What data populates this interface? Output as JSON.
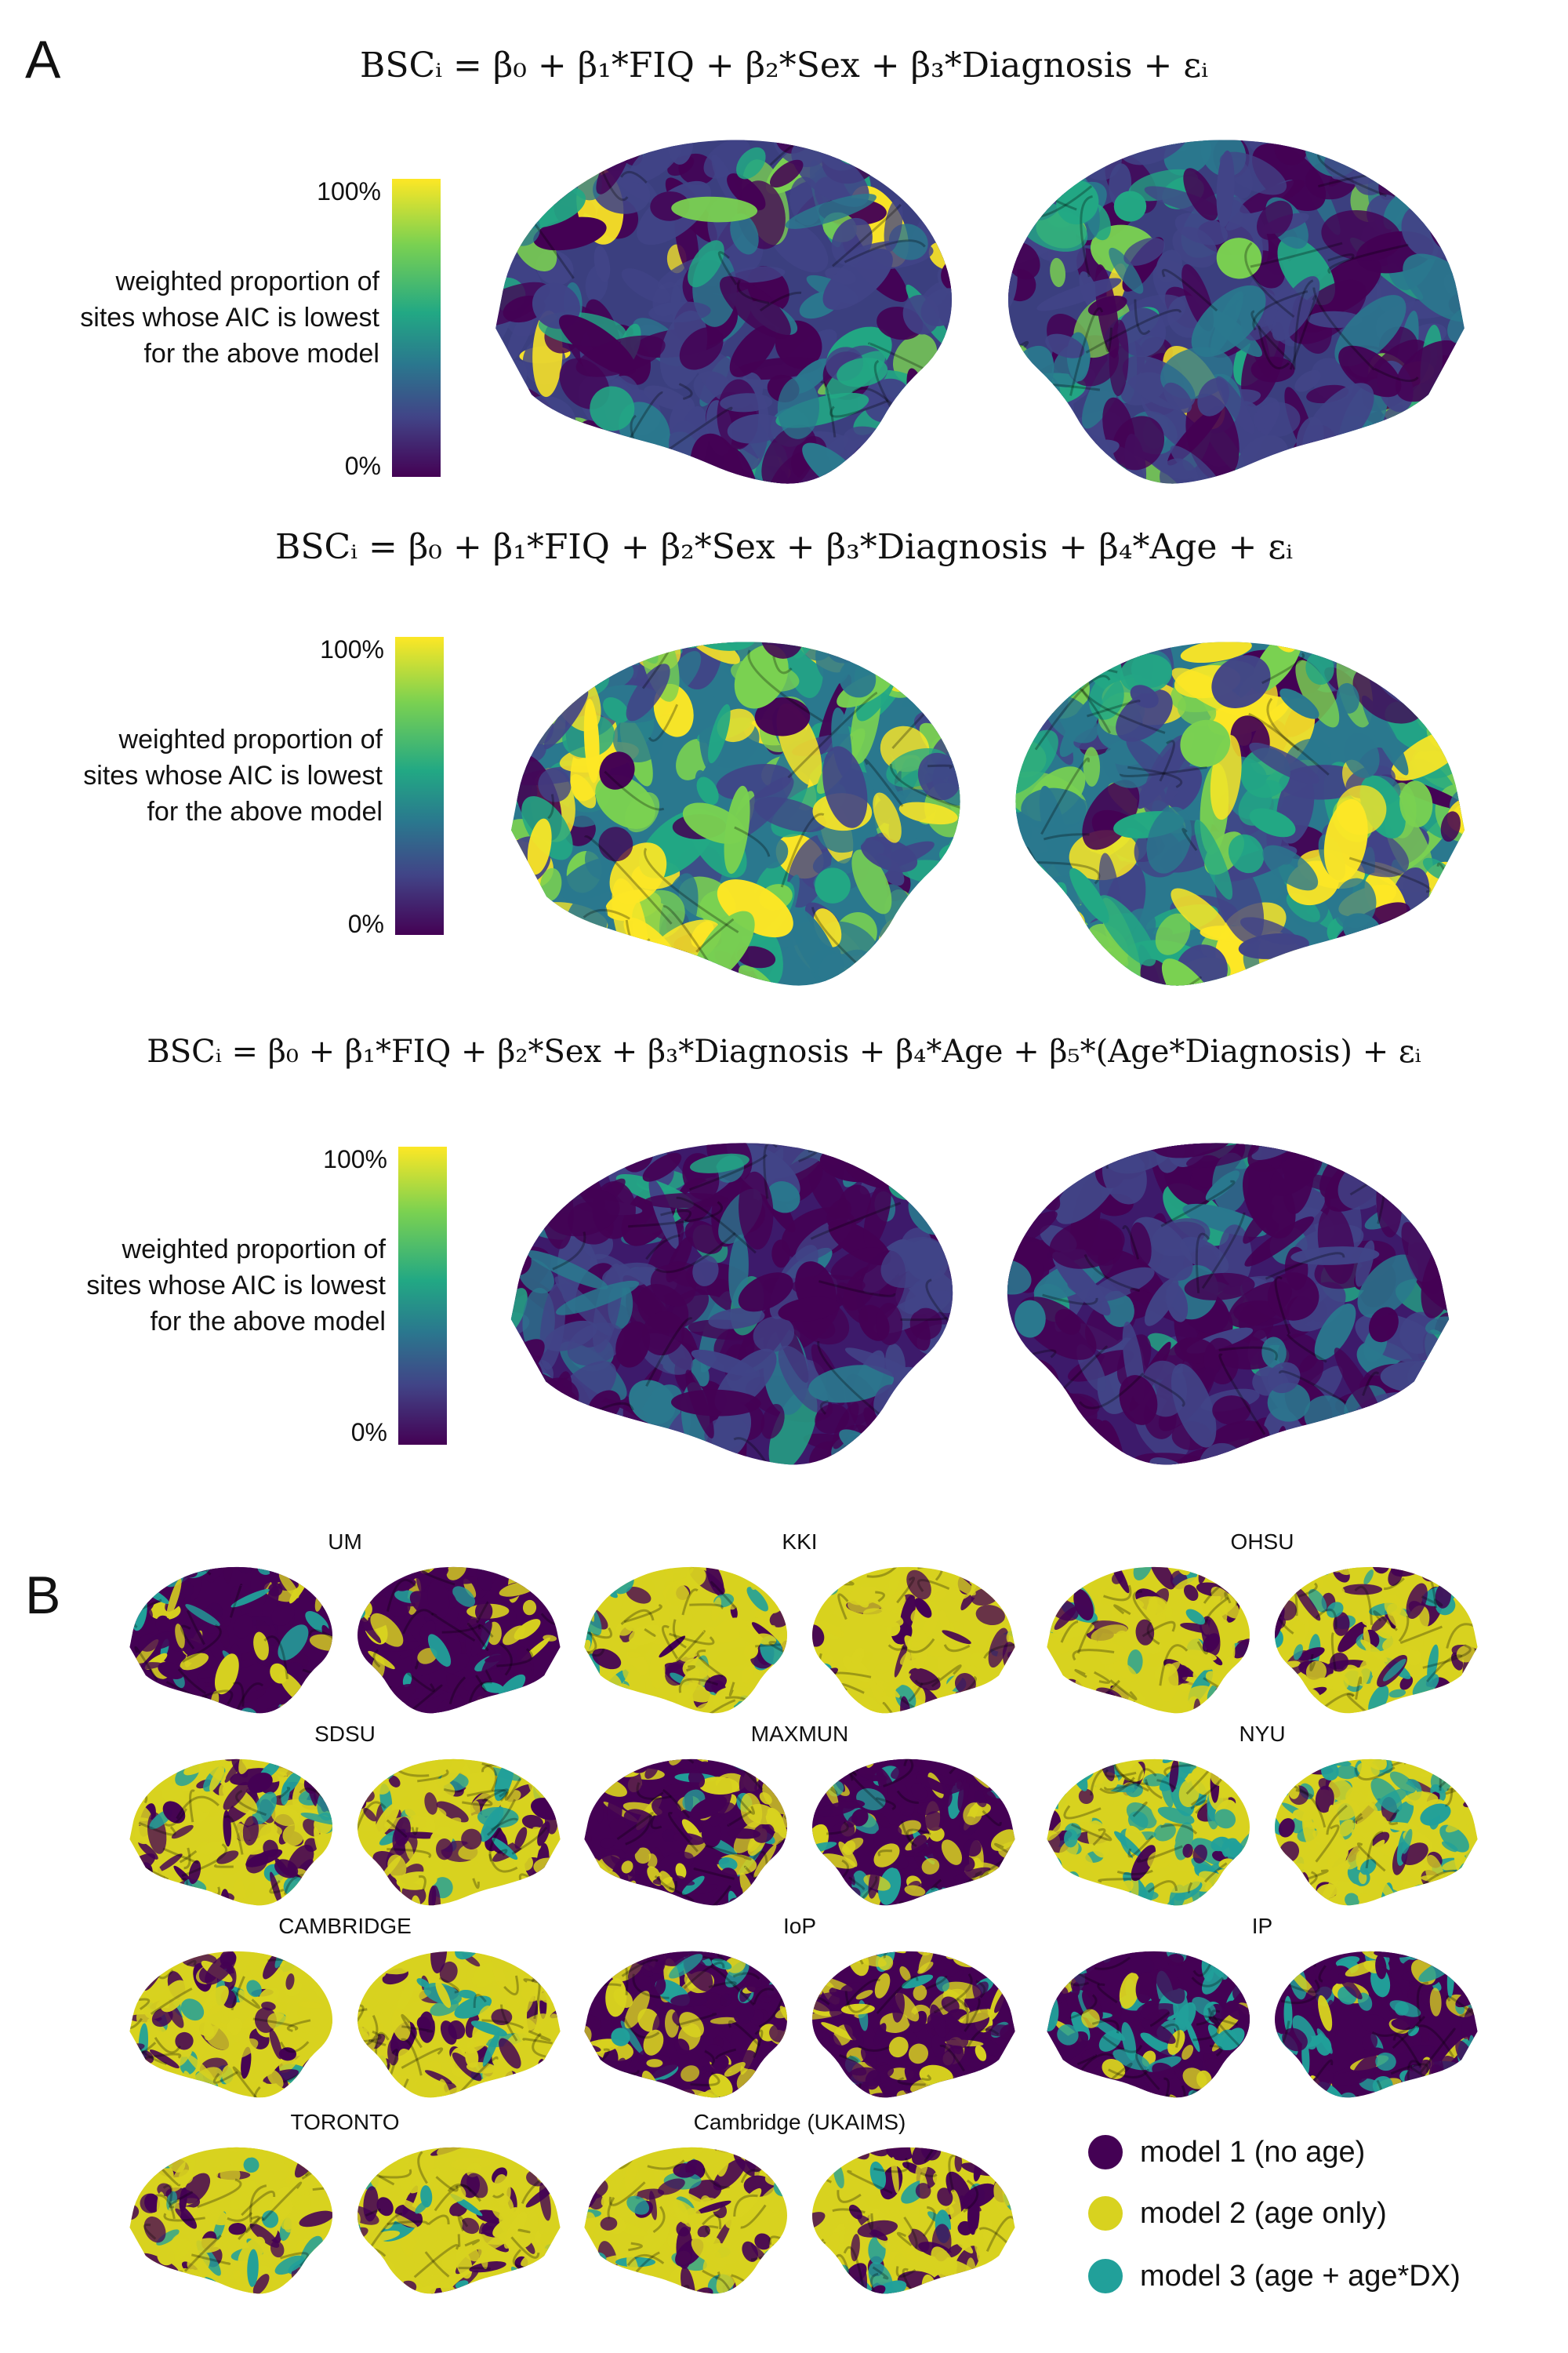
{
  "panels": {
    "a": "A",
    "b": "B"
  },
  "colorbar": {
    "top": "100%",
    "bottom": "0%",
    "caption": [
      "weighted proportion of",
      "sites whose AIC is lowest",
      "for the above model"
    ]
  },
  "equations": [
    [
      "BSCᵢ = β₀",
      "+ β₁*FIQ",
      "+ β₂*Sex",
      "+ β₃*Diagnosis",
      "+ εᵢ"
    ],
    [
      "BSCᵢ = β₀",
      "+ β₁*FIQ",
      "+ β₂*Sex",
      "+ β₃*Diagnosis",
      "+ β₄*Age",
      "+ εᵢ"
    ],
    [
      "BSCᵢ = β₀",
      "+ β₁*FIQ",
      "+ β₂*Sex",
      "+ β₃*Diagnosis",
      "+ β₄*Age",
      "+ β₅*(Age*Diagnosis)",
      "+ εᵢ"
    ]
  ],
  "sites": [
    "UM",
    "KKI",
    "OHSU",
    "SDSU",
    "MAXMUN",
    "NYU",
    "CAMBRIDGE",
    "IoP",
    "IP",
    "TORONTO",
    "Cambridge (UKAIMS)"
  ],
  "legend": [
    {
      "label": "model 1 (no age)",
      "color": "#440154"
    },
    {
      "label": "model 2 (age only)",
      "color": "#d8d21f"
    },
    {
      "label": "model 3 (age + age*DX)",
      "color": "#21a09a"
    }
  ],
  "viridis": [
    "#440154",
    "#414487",
    "#2a788e",
    "#22a884",
    "#7ad151",
    "#fde725"
  ],
  "panel_a_maps": [
    {
      "base": "#3b3f7f",
      "mix": [
        0.3,
        0.38,
        0.14,
        0.1,
        0.05,
        0.03
      ]
    },
    {
      "base": "#2a788e",
      "mix": [
        0.08,
        0.14,
        0.2,
        0.2,
        0.22,
        0.16
      ]
    },
    {
      "base": "#3d1a6b",
      "mix": [
        0.55,
        0.28,
        0.12,
        0.05,
        0.0,
        0.0
      ]
    }
  ],
  "site_maps": [
    {
      "m1": 0.72,
      "m2": 0.18,
      "m3": 0.1
    },
    {
      "m1": 0.22,
      "m2": 0.7,
      "m3": 0.08
    },
    {
      "m1": 0.34,
      "m2": 0.48,
      "m3": 0.18
    },
    {
      "m1": 0.38,
      "m2": 0.52,
      "m3": 0.1
    },
    {
      "m1": 0.62,
      "m2": 0.3,
      "m3": 0.08
    },
    {
      "m1": 0.14,
      "m2": 0.5,
      "m3": 0.36
    },
    {
      "m1": 0.3,
      "m2": 0.6,
      "m3": 0.1
    },
    {
      "m1": 0.48,
      "m2": 0.4,
      "m3": 0.12
    },
    {
      "m1": 0.55,
      "m2": 0.15,
      "m3": 0.3
    },
    {
      "m1": 0.22,
      "m2": 0.68,
      "m3": 0.1
    },
    {
      "m1": 0.42,
      "m2": 0.48,
      "m3": 0.1
    }
  ]
}
